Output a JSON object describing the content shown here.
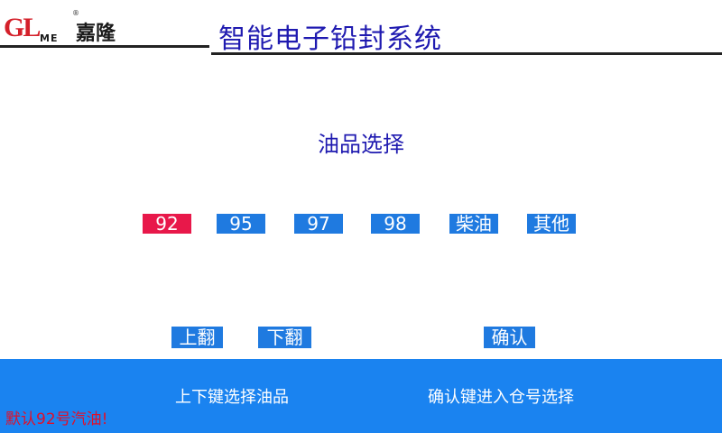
{
  "logo": {
    "letters": "GL",
    "me": "ME",
    "reg": "®",
    "chinese": "嘉隆"
  },
  "app_title": "智能电子铅封系统",
  "section_title": "油品选择",
  "options": [
    {
      "label": "92",
      "selected": true
    },
    {
      "label": "95",
      "selected": false
    },
    {
      "label": "97",
      "selected": false
    },
    {
      "label": "98",
      "selected": false
    },
    {
      "label": "柴油",
      "selected": false
    },
    {
      "label": "其他",
      "selected": false
    }
  ],
  "buttons": {
    "page_up": "上翻",
    "page_down": "下翻",
    "confirm": "确认"
  },
  "footer": {
    "hint_left": "上下键选择油品",
    "hint_right": "确认键进入仓号选择",
    "default_note": "默认92号汽油!"
  },
  "colors": {
    "title": "#1f1ab0",
    "button": "#1f7ae0",
    "selected": "#e8184a",
    "footer": "#1a83f0",
    "note": "#e0102a"
  }
}
